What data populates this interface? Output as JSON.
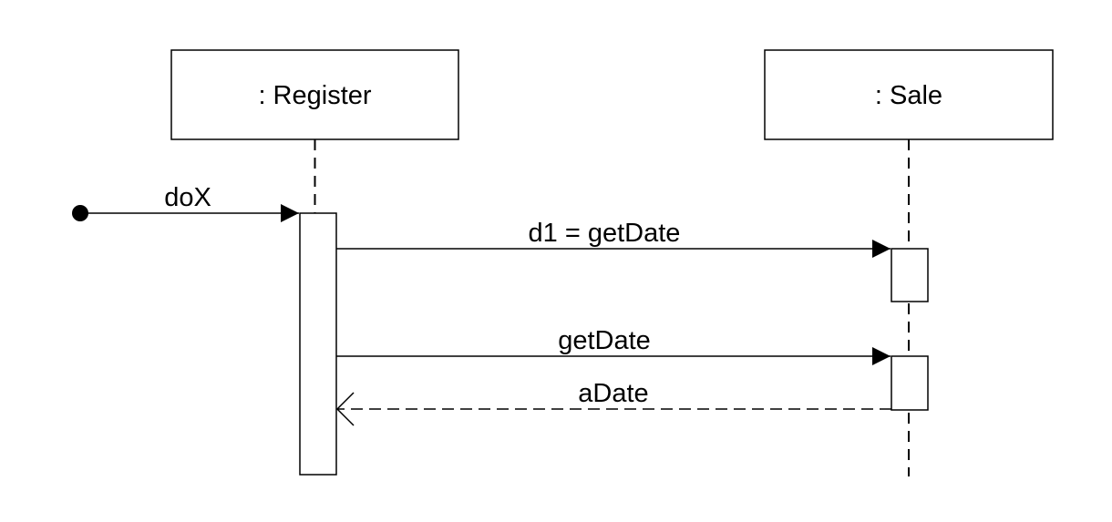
{
  "diagram": {
    "lifelines": [
      {
        "label": ": Register"
      },
      {
        "label": ": Sale"
      }
    ],
    "messages": [
      {
        "label": "doX"
      },
      {
        "label": "d1 = getDate"
      },
      {
        "label": "getDate"
      },
      {
        "label": "aDate"
      }
    ]
  }
}
